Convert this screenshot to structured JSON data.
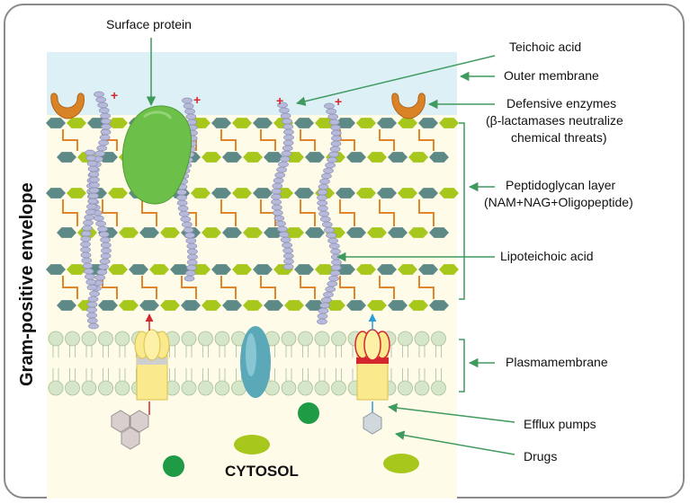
{
  "title": "Gram-positive envelope",
  "labels": {
    "surface_protein": "Surface protein",
    "teichoic_acid": "Teichoic acid",
    "outer_membrane": "Outer membrane",
    "defensive_enzymes": "Defensive enzymes",
    "defensive_enzymes_note_1": "(β-lactamases neutralize",
    "defensive_enzymes_note_2": "chemical threats)",
    "peptidoglycan_layer": "Peptidoglycan layer",
    "peptidoglycan_layer_note": "(NAM+NAG+Oligopeptide)",
    "lipoteichoic_acid": "Lipoteichoic acid",
    "plasmamembrane": "Plasmamembrane",
    "efflux_pumps": "Efflux pumps",
    "drugs": "Drugs",
    "cytosol": "CYTOSOL"
  },
  "charge_symbol": "+",
  "colors": {
    "outer_membrane": "#dcefF5",
    "periplasm": "#fefbe8",
    "nag": "#5d8a86",
    "nam": "#a7c71c",
    "peptide": "#e0852a",
    "teichoic": "#b6b9d8",
    "surface_protein": "#6cc04a",
    "enzyme": "#d98326",
    "lipid_head": "#d6e6c8",
    "pump_body": "#fbe98e",
    "pump_red": "#d4262e",
    "channel": "#5aa8b8",
    "drug_green": "#1f9a45",
    "drug_lime": "#a7c71c",
    "arrow": "#3f9a5d",
    "charge": "#d4262e",
    "efflux_arrow_red": "#d4262e",
    "efflux_arrow_blue": "#2a9fd6"
  }
}
